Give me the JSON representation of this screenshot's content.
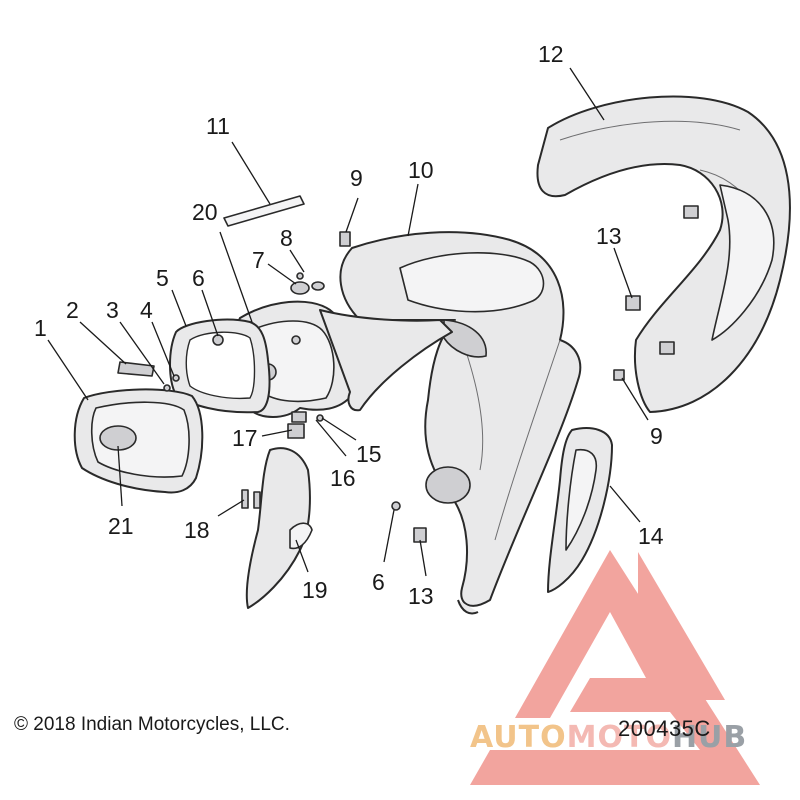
{
  "callouts": {
    "c1": "1",
    "c2": "2",
    "c3": "3",
    "c4": "4",
    "c5": "5",
    "c6a": "6",
    "c6b": "6",
    "c7": "7",
    "c8": "8",
    "c9a": "9",
    "c9b": "9",
    "c10": "10",
    "c11": "11",
    "c12": "12",
    "c13a": "13",
    "c13b": "13",
    "c14": "14",
    "c15": "15",
    "c16": "16",
    "c17": "17",
    "c18": "18",
    "c19": "19",
    "c20": "20",
    "c21": "21"
  },
  "footer": {
    "copyright": "© 2018 Indian Motorcycles, LLC.",
    "drawing_number": "200435C"
  },
  "watermark": {
    "word_auto": "AUTO",
    "word_moto": "MOTO",
    "word_hub": "HUB",
    "color_red": "#e85a4f",
    "color_orange": "#f0a84a"
  }
}
